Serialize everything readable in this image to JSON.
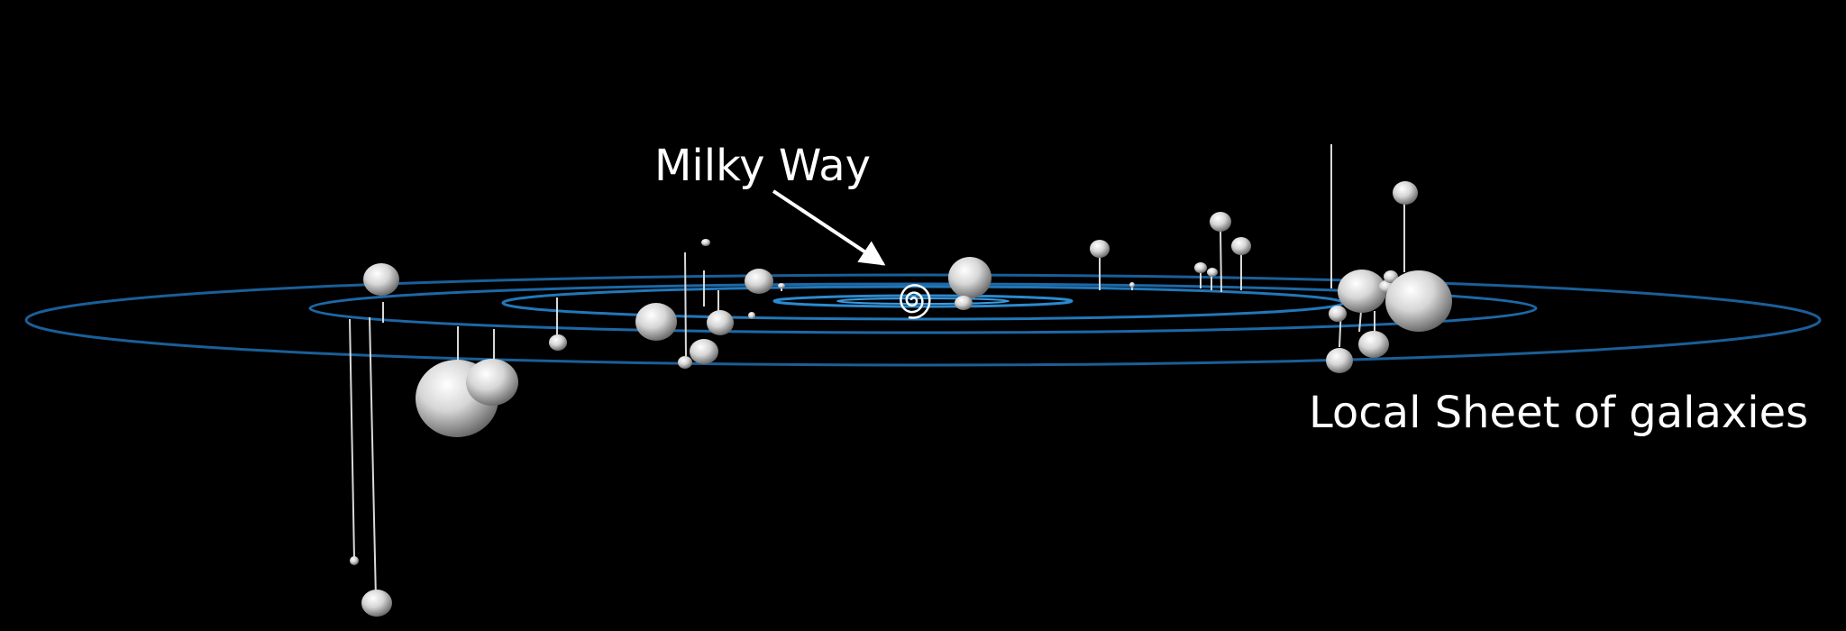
{
  "labels": {
    "milky_way": "Milky Way",
    "local_sheet": "Local Sheet of galaxies"
  },
  "colors": {
    "background": "#000000",
    "ring": "#1f6fb0",
    "ring_inner": "#2a8ad0",
    "galaxy": "#e8e8e8",
    "stalk": "#d8d8d8",
    "label": "#ffffff"
  },
  "icons": {
    "galaxy_marker": "sphere",
    "milky_way_marker": "spiral"
  }
}
